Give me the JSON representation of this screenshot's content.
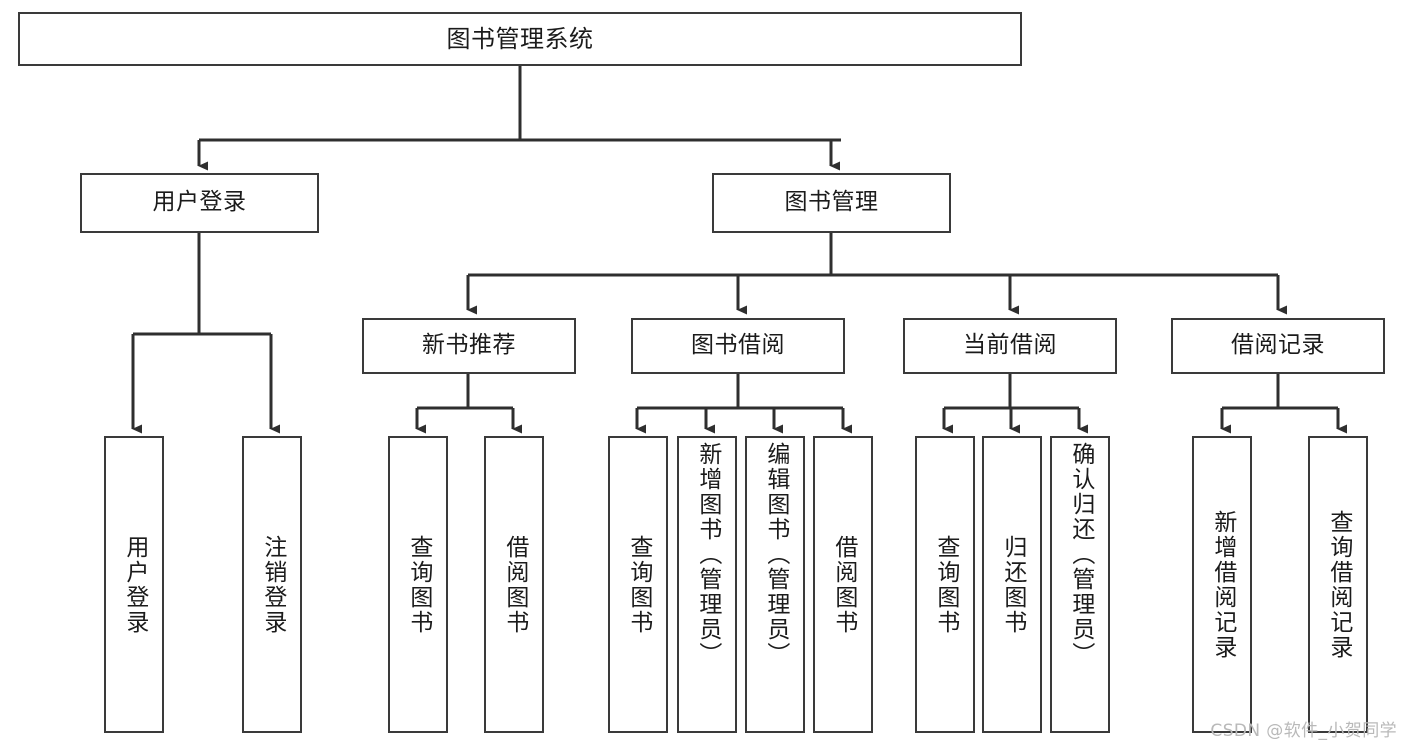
{
  "diagram": {
    "type": "hierarchy-tree",
    "title": "图书管理系统",
    "levels": 4,
    "nodes": {
      "root": {
        "label": "图书管理系统"
      },
      "level1": [
        {
          "label": "用户登录"
        },
        {
          "label": "图书管理"
        }
      ],
      "level2": [
        {
          "label": "新书推荐"
        },
        {
          "label": "图书借阅"
        },
        {
          "label": "当前借阅"
        },
        {
          "label": "借阅记录"
        }
      ],
      "leaves_user_login": [
        {
          "label": "用户登录"
        },
        {
          "label": "注销登录"
        }
      ],
      "leaves_new_book": [
        {
          "label": "查询图书"
        },
        {
          "label": "借阅图书"
        }
      ],
      "leaves_borrow": [
        {
          "label": "查询图书"
        },
        {
          "label": "新增图书（管理员）"
        },
        {
          "label": "编辑图书（管理员）"
        },
        {
          "label": "借阅图书"
        }
      ],
      "leaves_current": [
        {
          "label": "查询图书"
        },
        {
          "label": "归还图书"
        },
        {
          "label": "确认归还（管理员）"
        }
      ],
      "leaves_records": [
        {
          "label": "新增借阅记录"
        },
        {
          "label": "查询借阅记录"
        }
      ]
    },
    "colors": {
      "box_border": "#3a3a3a",
      "box_fill": "#ffffff",
      "connector": "#2f2f2f",
      "text": "#1b1b1b",
      "watermark": "#b9b9b9",
      "background": "#ffffff"
    }
  },
  "watermark": {
    "text": "CSDN @软件_小贺同学"
  }
}
